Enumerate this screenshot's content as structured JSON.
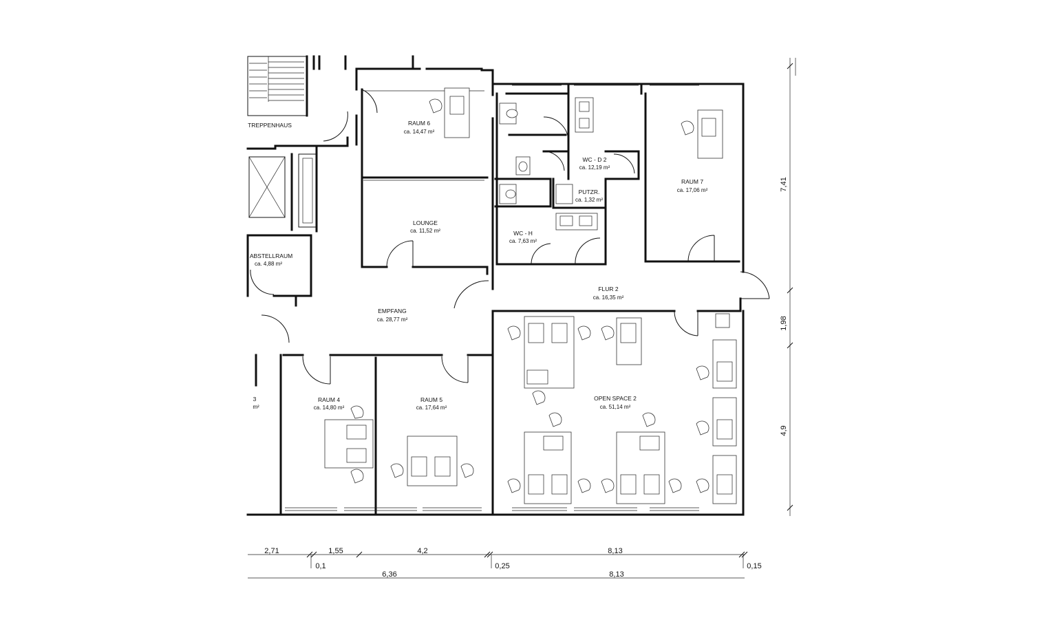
{
  "rooms": [
    {
      "key": "treppenhaus",
      "name": "TREPPENHAUS",
      "area": ""
    },
    {
      "key": "raum6",
      "name": "RAUM 6",
      "area": "ca. 14,47 m²"
    },
    {
      "key": "lounge",
      "name": "LOUNGE",
      "area": "ca. 11,52 m²"
    },
    {
      "key": "abstellraum",
      "name": "ABSTELLRAUM",
      "area": "ca. 4,88 m²"
    },
    {
      "key": "empfang",
      "name": "EMPFANG",
      "area": "ca. 28,77 m²"
    },
    {
      "key": "wcd2",
      "name": "WC - D 2",
      "area": "ca. 12,19 m²"
    },
    {
      "key": "putzr",
      "name": "PUTZR.",
      "area": "ca. 1,32 m²"
    },
    {
      "key": "wch",
      "name": "WC - H",
      "area": "ca. 7,63 m²"
    },
    {
      "key": "raum7",
      "name": "RAUM 7",
      "area": "ca. 17,06 m²"
    },
    {
      "key": "flur2",
      "name": "FLUR 2",
      "area": "ca. 16,35 m²"
    },
    {
      "key": "raum3",
      "name": "3",
      "area": "m²"
    },
    {
      "key": "raum4",
      "name": "RAUM 4",
      "area": "ca. 14,80 m²"
    },
    {
      "key": "raum5",
      "name": "RAUM 5",
      "area": "ca. 17,64 m²"
    },
    {
      "key": "openspace2",
      "name": "OPEN SPACE 2",
      "area": "ca. 51,14 m²"
    }
  ],
  "dimensions": {
    "bottom_row1": [
      "2,71",
      "1,55",
      "4,2",
      "8,13"
    ],
    "bottom_row2": [
      "0,1",
      "0,25",
      "0,15"
    ],
    "bottom_row3": [
      "6,36",
      "8,13"
    ],
    "right": [
      "7,41",
      "1,98",
      "4,9"
    ]
  }
}
